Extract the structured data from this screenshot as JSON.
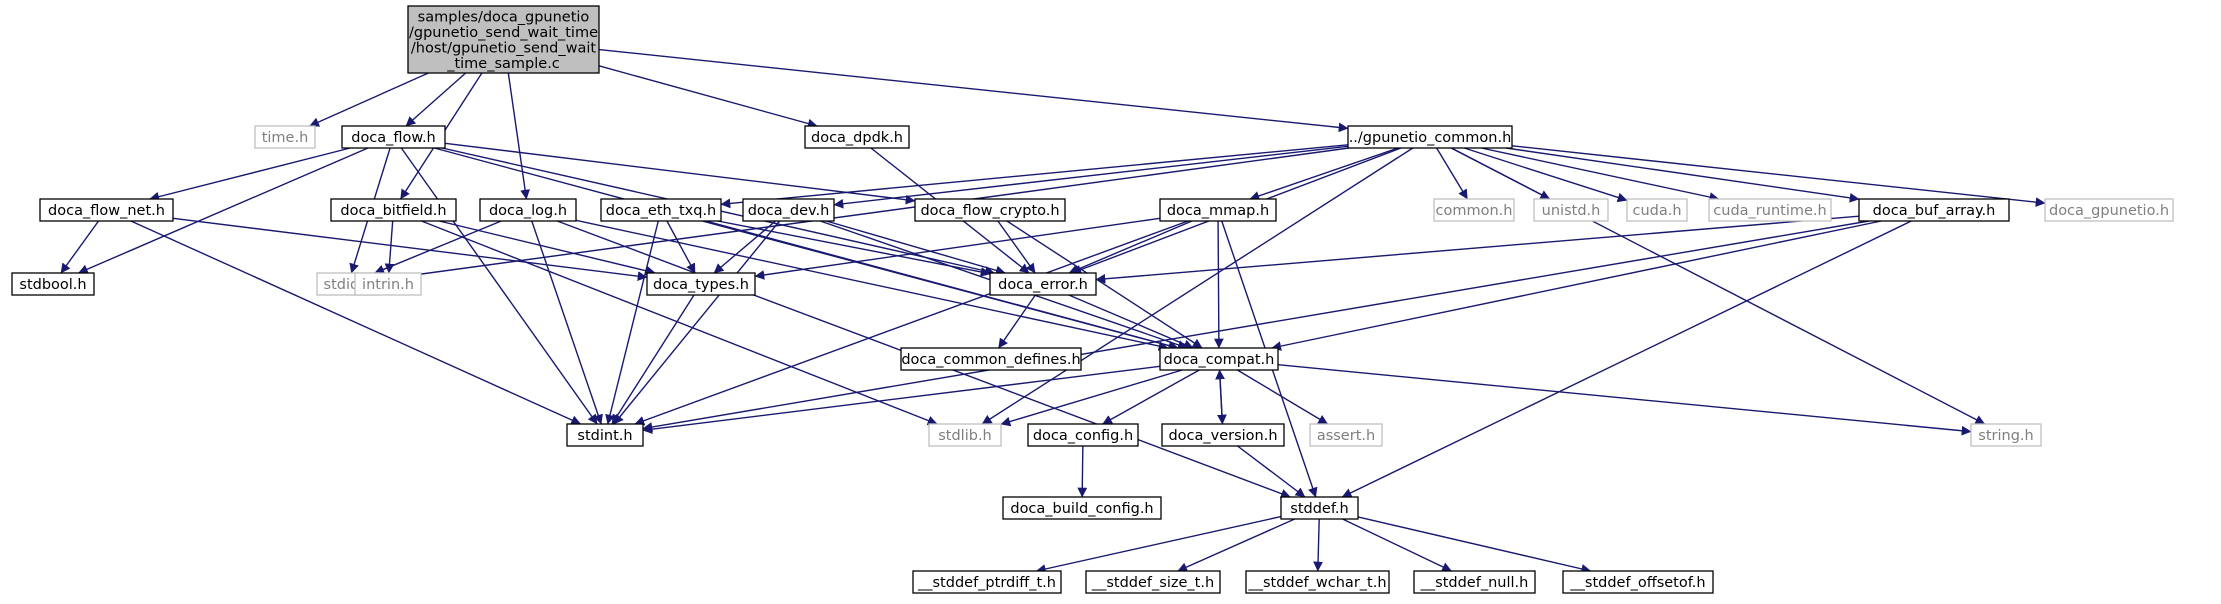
{
  "colors": {
    "edge": "#191970",
    "root_fill": "#bfbfbf",
    "node_border": "#000000",
    "system_node_border": "#bfbfbf",
    "system_node_text": "#7f7f7f"
  },
  "nodes": {
    "root": {
      "lines": [
        "samples/doca_gpunetio",
        "/gpunetio_send_wait_time",
        "/host/gpunetio_send_wait",
        "_time_sample.c"
      ],
      "kind": "root"
    },
    "time_h": {
      "lines": [
        "time.h"
      ],
      "kind": "system"
    },
    "doca_flow_h": {
      "lines": [
        "doca_flow.h"
      ],
      "kind": "project"
    },
    "doca_dpdk_h": {
      "lines": [
        "doca_dpdk.h"
      ],
      "kind": "project"
    },
    "gpunetio_common_h": {
      "lines": [
        "../gpunetio_common.h"
      ],
      "kind": "project"
    },
    "doca_flow_net_h": {
      "lines": [
        "doca_flow_net.h"
      ],
      "kind": "project"
    },
    "doca_bitfield_h": {
      "lines": [
        "doca_bitfield.h"
      ],
      "kind": "project"
    },
    "doca_log_h": {
      "lines": [
        "doca_log.h"
      ],
      "kind": "project"
    },
    "doca_eth_txq_h": {
      "lines": [
        "doca_eth_txq.h"
      ],
      "kind": "project"
    },
    "doca_dev_h": {
      "lines": [
        "doca_dev.h"
      ],
      "kind": "project"
    },
    "doca_flow_crypto_h": {
      "lines": [
        "doca_flow_crypto.h"
      ],
      "kind": "project"
    },
    "doca_mmap_h": {
      "lines": [
        "doca_mmap.h"
      ],
      "kind": "project"
    },
    "common_h": {
      "lines": [
        "common.h"
      ],
      "kind": "system"
    },
    "unistd_h": {
      "lines": [
        "unistd.h"
      ],
      "kind": "system"
    },
    "cuda_h": {
      "lines": [
        "cuda.h"
      ],
      "kind": "system"
    },
    "cuda_runtime_h": {
      "lines": [
        "cuda_runtime.h"
      ],
      "kind": "system"
    },
    "doca_buf_array_h": {
      "lines": [
        "doca_buf_array.h"
      ],
      "kind": "project"
    },
    "doca_gpunetio_h": {
      "lines": [
        "doca_gpunetio.h"
      ],
      "kind": "system"
    },
    "stdbool_h": {
      "lines": [
        "stdbool.h"
      ],
      "kind": "project"
    },
    "stdio_h": {
      "lines": [
        "stdio.h"
      ],
      "kind": "system"
    },
    "intrin_h": {
      "lines": [
        "intrin.h"
      ],
      "kind": "system"
    },
    "doca_types_h": {
      "lines": [
        "doca_types.h"
      ],
      "kind": "project"
    },
    "doca_error_h": {
      "lines": [
        "doca_error.h"
      ],
      "kind": "project"
    },
    "doca_common_defines_h": {
      "lines": [
        "doca_common_defines.h"
      ],
      "kind": "project"
    },
    "doca_compat_h": {
      "lines": [
        "doca_compat.h"
      ],
      "kind": "project"
    },
    "stdint_h": {
      "lines": [
        "stdint.h"
      ],
      "kind": "project"
    },
    "stdlib_h": {
      "lines": [
        "stdlib.h"
      ],
      "kind": "system"
    },
    "doca_config_h": {
      "lines": [
        "doca_config.h"
      ],
      "kind": "project"
    },
    "doca_version_h": {
      "lines": [
        "doca_version.h"
      ],
      "kind": "project"
    },
    "assert_h": {
      "lines": [
        "assert.h"
      ],
      "kind": "system"
    },
    "string_h": {
      "lines": [
        "string.h"
      ],
      "kind": "system"
    },
    "doca_build_config_h": {
      "lines": [
        "doca_build_config.h"
      ],
      "kind": "project"
    },
    "stddef_h": {
      "lines": [
        "stddef.h"
      ],
      "kind": "project"
    },
    "stddef_ptrdiff_t_h": {
      "lines": [
        "__stddef_ptrdiff_t.h"
      ],
      "kind": "project"
    },
    "stddef_size_t_h": {
      "lines": [
        "__stddef_size_t.h"
      ],
      "kind": "project"
    },
    "stddef_wchar_t_h": {
      "lines": [
        "__stddef_wchar_t.h"
      ],
      "kind": "project"
    },
    "stddef_null_h": {
      "lines": [
        "__stddef_null.h"
      ],
      "kind": "project"
    },
    "stddef_offsetof_h": {
      "lines": [
        "__stddef_offsetof.h"
      ],
      "kind": "project"
    }
  },
  "edges": [
    [
      "root",
      "time_h"
    ],
    [
      "root",
      "doca_flow_h"
    ],
    [
      "root",
      "doca_bitfield_h"
    ],
    [
      "root",
      "doca_log_h"
    ],
    [
      "root",
      "doca_dpdk_h"
    ],
    [
      "root",
      "gpunetio_common_h"
    ],
    [
      "doca_flow_h",
      "doca_flow_net_h"
    ],
    [
      "doca_flow_h",
      "stdbool_h"
    ],
    [
      "doca_flow_h",
      "stdio_h"
    ],
    [
      "doca_flow_h",
      "stdint_h"
    ],
    [
      "doca_flow_h",
      "doca_error_h"
    ],
    [
      "doca_flow_h",
      "doca_compat_h"
    ],
    [
      "doca_flow_h",
      "doca_flow_crypto_h"
    ],
    [
      "doca_flow_net_h",
      "stdbool_h"
    ],
    [
      "doca_flow_net_h",
      "stdint_h"
    ],
    [
      "doca_flow_net_h",
      "doca_types_h"
    ],
    [
      "doca_bitfield_h",
      "intrin_h"
    ],
    [
      "doca_bitfield_h",
      "doca_types_h"
    ],
    [
      "doca_bitfield_h",
      "stdlib_h"
    ],
    [
      "doca_log_h",
      "stdio_h"
    ],
    [
      "doca_log_h",
      "stdint_h"
    ],
    [
      "doca_log_h",
      "stddef_h"
    ],
    [
      "doca_log_h",
      "doca_compat_h"
    ],
    [
      "doca_dpdk_h",
      "doca_error_h"
    ],
    [
      "gpunetio_common_h",
      "stdio_h"
    ],
    [
      "gpunetio_common_h",
      "doca_eth_txq_h"
    ],
    [
      "gpunetio_common_h",
      "doca_dev_h"
    ],
    [
      "gpunetio_common_h",
      "doca_error_h"
    ],
    [
      "gpunetio_common_h",
      "doca_mmap_h"
    ],
    [
      "gpunetio_common_h",
      "common_h"
    ],
    [
      "gpunetio_common_h",
      "unistd_h"
    ],
    [
      "gpunetio_common_h",
      "cuda_h"
    ],
    [
      "gpunetio_common_h",
      "cuda_runtime_h"
    ],
    [
      "gpunetio_common_h",
      "doca_buf_array_h"
    ],
    [
      "gpunetio_common_h",
      "doca_gpunetio_h"
    ],
    [
      "gpunetio_common_h",
      "string_h"
    ],
    [
      "gpunetio_common_h",
      "stdlib_h"
    ],
    [
      "doca_eth_txq_h",
      "doca_types_h"
    ],
    [
      "doca_eth_txq_h",
      "stdint_h"
    ],
    [
      "doca_eth_txq_h",
      "doca_error_h"
    ],
    [
      "doca_eth_txq_h",
      "doca_compat_h"
    ],
    [
      "doca_dev_h",
      "doca_types_h"
    ],
    [
      "doca_dev_h",
      "stdint_h"
    ],
    [
      "doca_dev_h",
      "doca_error_h"
    ],
    [
      "doca_dev_h",
      "doca_compat_h"
    ],
    [
      "doca_flow_crypto_h",
      "doca_error_h"
    ],
    [
      "doca_flow_crypto_h",
      "doca_compat_h"
    ],
    [
      "doca_mmap_h",
      "doca_types_h"
    ],
    [
      "doca_mmap_h",
      "doca_error_h"
    ],
    [
      "doca_mmap_h",
      "doca_compat_h"
    ],
    [
      "doca_mmap_h",
      "stdint_h"
    ],
    [
      "doca_mmap_h",
      "stddef_h"
    ],
    [
      "doca_buf_array_h",
      "doca_error_h"
    ],
    [
      "doca_buf_array_h",
      "doca_compat_h"
    ],
    [
      "doca_buf_array_h",
      "stdint_h"
    ],
    [
      "doca_buf_array_h",
      "stddef_h"
    ],
    [
      "doca_types_h",
      "stdint_h"
    ],
    [
      "doca_error_h",
      "doca_common_defines_h"
    ],
    [
      "doca_error_h",
      "doca_compat_h"
    ],
    [
      "doca_compat_h",
      "stdint_h"
    ],
    [
      "doca_compat_h",
      "stdlib_h"
    ],
    [
      "doca_compat_h",
      "doca_config_h"
    ],
    [
      "doca_compat_h",
      "doca_version_h"
    ],
    [
      "doca_compat_h",
      "assert_h"
    ],
    [
      "doca_compat_h",
      "string_h"
    ],
    [
      "doca_version_h",
      "doca_compat_h"
    ],
    [
      "doca_version_h",
      "stddef_h"
    ],
    [
      "doca_config_h",
      "doca_build_config_h"
    ],
    [
      "stddef_h",
      "stddef_ptrdiff_t_h"
    ],
    [
      "stddef_h",
      "stddef_size_t_h"
    ],
    [
      "stddef_h",
      "stddef_wchar_t_h"
    ],
    [
      "stddef_h",
      "stddef_null_h"
    ],
    [
      "stddef_h",
      "stddef_offsetof_h"
    ]
  ]
}
